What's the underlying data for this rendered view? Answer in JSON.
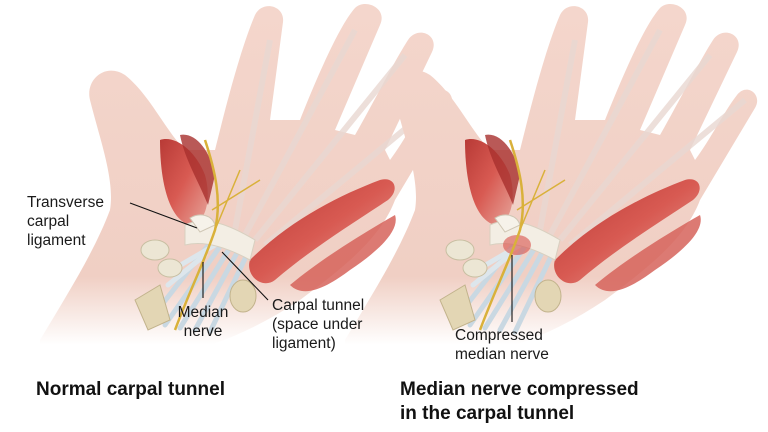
{
  "left_panel": {
    "title": "Normal carpal tunnel",
    "labels": {
      "ligament": [
        "Transverse",
        "carpal",
        "ligament"
      ],
      "nerve": [
        "Median",
        "nerve"
      ],
      "tunnel": [
        "Carpal tunnel",
        "(space under",
        "ligament)"
      ]
    }
  },
  "right_panel": {
    "title": [
      "Median nerve compressed",
      "in the carpal tunnel"
    ],
    "labels": {
      "nerve": [
        "Compressed",
        "median nerve"
      ]
    }
  },
  "colors": {
    "skin": "#f2d2c8",
    "muscle": "#c94a45",
    "tendon": "#d8e3ea",
    "nerve": "#d9b13a",
    "bone": "#e6dcc0",
    "compression": "#d8504a"
  }
}
